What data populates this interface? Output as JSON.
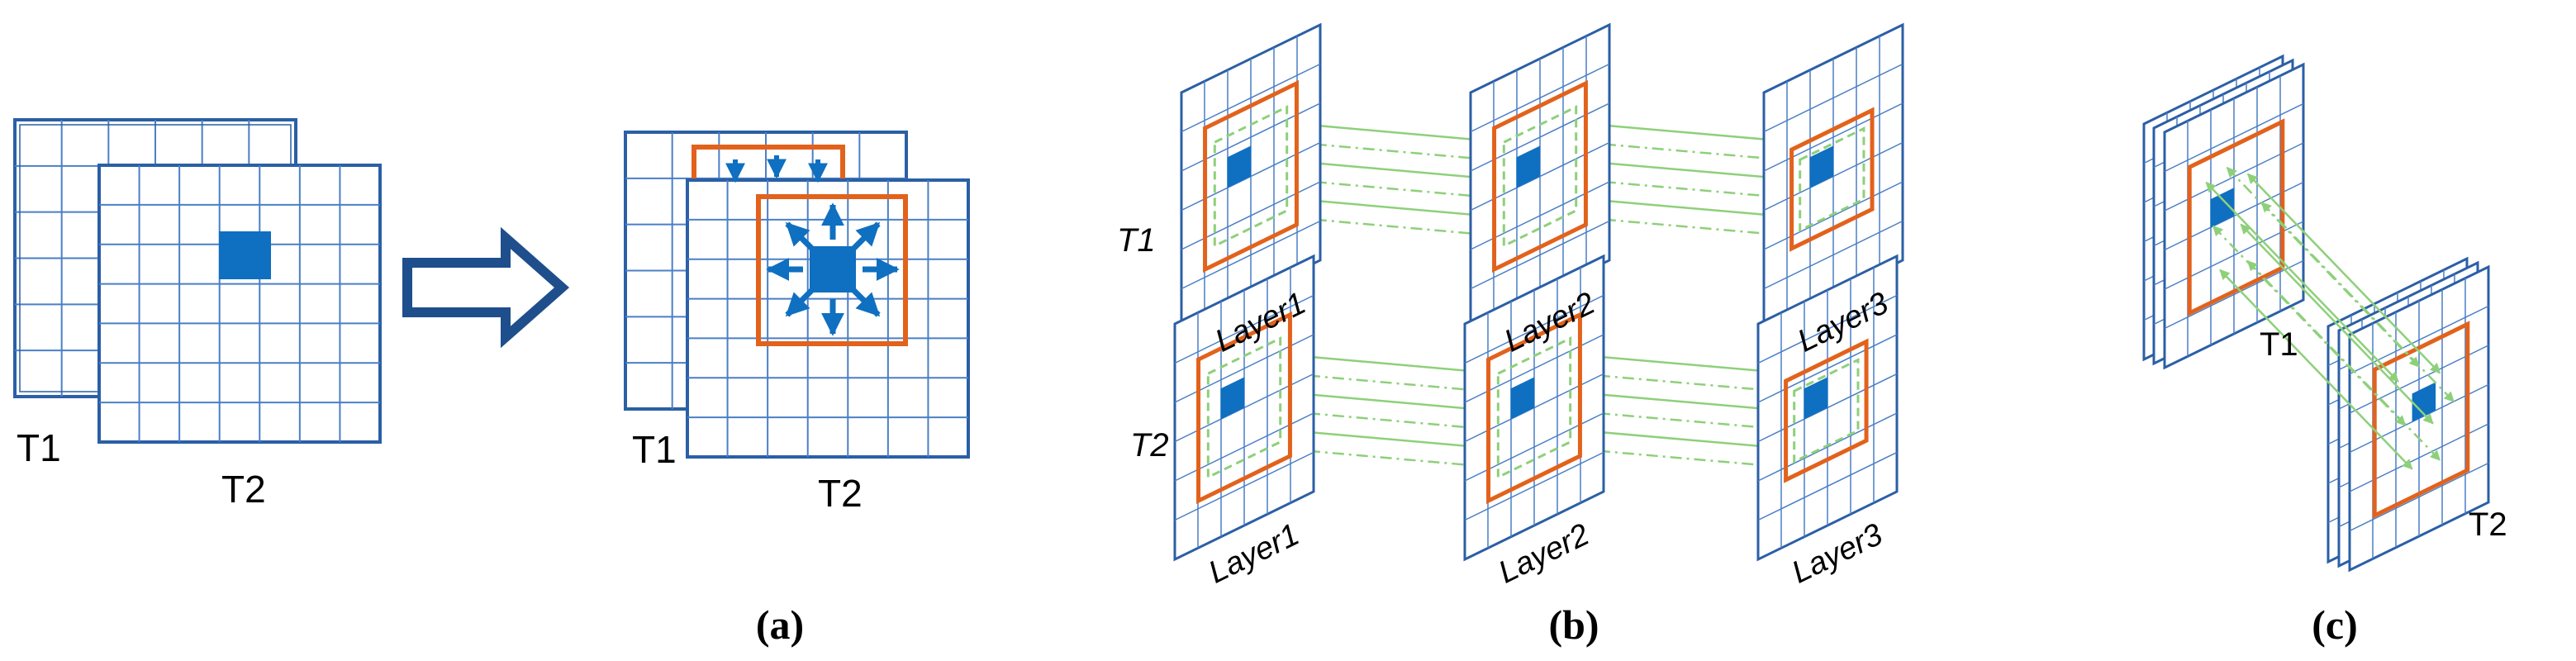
{
  "colors": {
    "grid": "#2b5fa6",
    "grid_light": "#4a7fc6",
    "cell": "#0f6fc0",
    "box": "#e2621c",
    "arrow": "#8ed07a",
    "arrow_dark": "#1f4e8c"
  },
  "panel_a": {
    "frame_back": "T1",
    "frame_front": "T2",
    "result_back": "T1",
    "result_front": "T2",
    "caption": "(a)"
  },
  "panel_b": {
    "rows": [
      {
        "label": "T1",
        "layers": [
          "Layer1",
          "Layer2",
          "Layer3"
        ]
      },
      {
        "label": "T2",
        "layers": [
          "Layer1",
          "Layer2",
          "Layer3"
        ]
      }
    ],
    "caption": "(b)"
  },
  "panel_c": {
    "stack_upper": "T1",
    "stack_lower": "T2",
    "caption": "(c)"
  },
  "icons": [
    "right-arrow-icon"
  ]
}
